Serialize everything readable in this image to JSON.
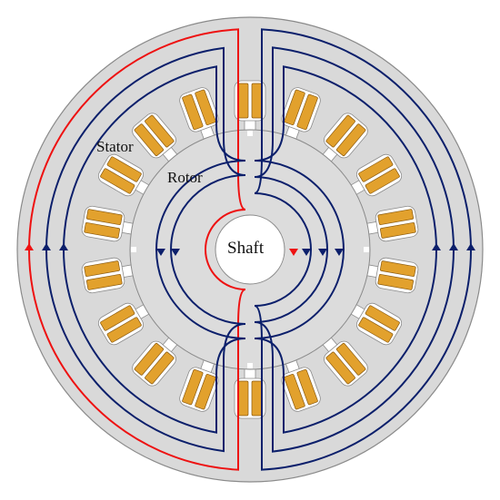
{
  "labels": {
    "stator": "Stator",
    "rotor": "Rotor",
    "shaft": "Shaft"
  },
  "colors": {
    "stator_fill": "#d9d9d9",
    "rotor_fill": "#dcdcdc",
    "shaft_fill": "#ffffff",
    "outline": "#8a8a8a",
    "winding": "#e2a12d",
    "winding_outline": "#8a5a10",
    "slot_fill": "#ffffff",
    "flux_red": "#ee1111",
    "flux_blue": "#0b1f6b"
  },
  "diagram": {
    "stator_slot_count": 18,
    "rotor_lobe_count": 4,
    "left_flux_lines": 3,
    "right_flux_lines": 3,
    "highlighted_flux_line": "red"
  }
}
